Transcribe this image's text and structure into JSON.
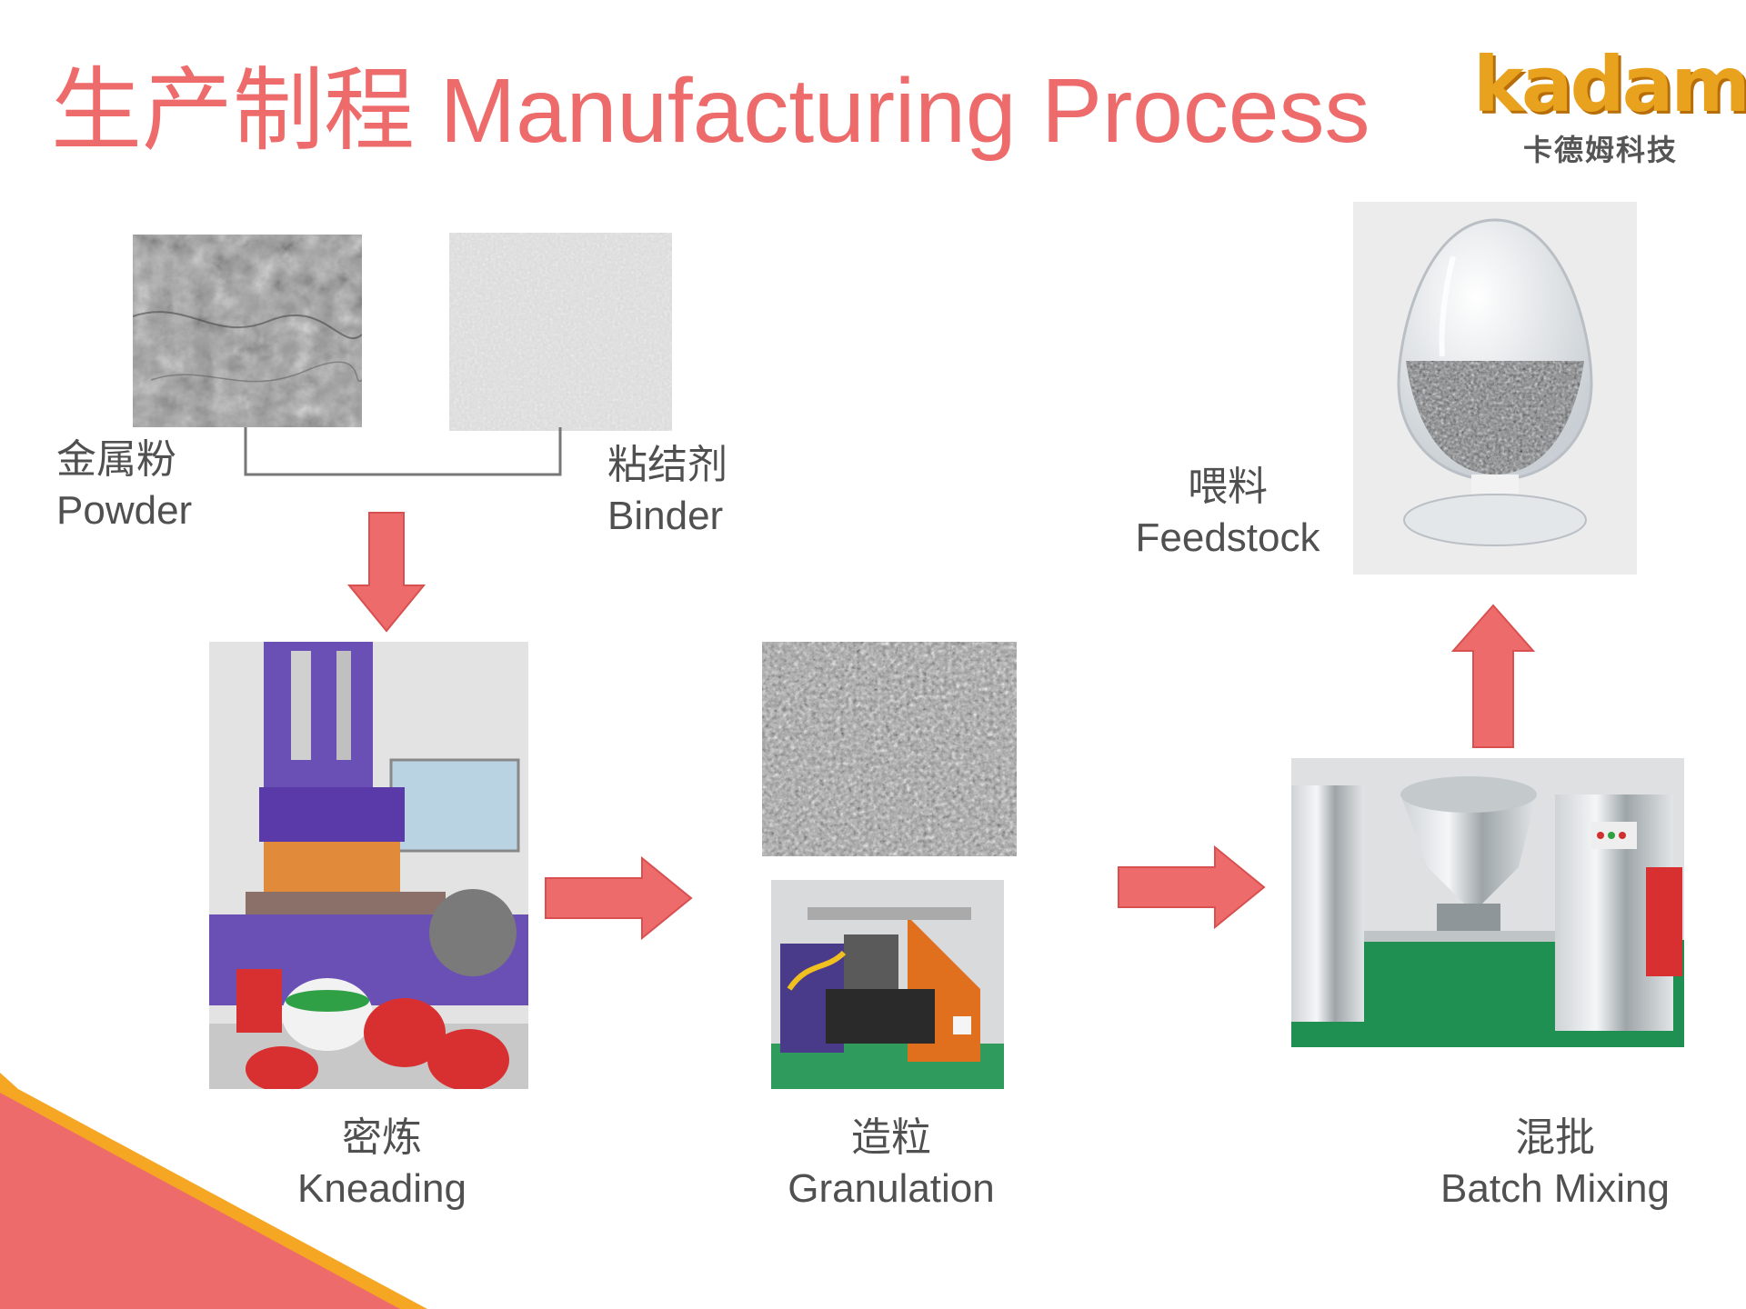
{
  "title": "生产制程 Manufacturing Process",
  "logo": {
    "word": "kadam",
    "subtitle": "卡德姆科技"
  },
  "steps": {
    "powder": {
      "zh": "金属粉",
      "en": "Powder"
    },
    "binder": {
      "zh": "粘结剂",
      "en": "Binder"
    },
    "feedstock": {
      "zh": "喂料",
      "en": "Feedstock"
    },
    "kneading": {
      "zh": "密炼",
      "en": "Kneading"
    },
    "granulation": {
      "zh": "造粒",
      "en": "Granulation"
    },
    "batch_mixing": {
      "zh": "混批",
      "en": "Batch Mixing"
    }
  },
  "colors": {
    "accent": "#ee6b6b",
    "arrow_fill": "#ee6b6b",
    "arrow_stroke": "#d85050",
    "label_text": "#505050",
    "corner_orange": "#f5a623",
    "corner_red": "#ee6b6b"
  }
}
